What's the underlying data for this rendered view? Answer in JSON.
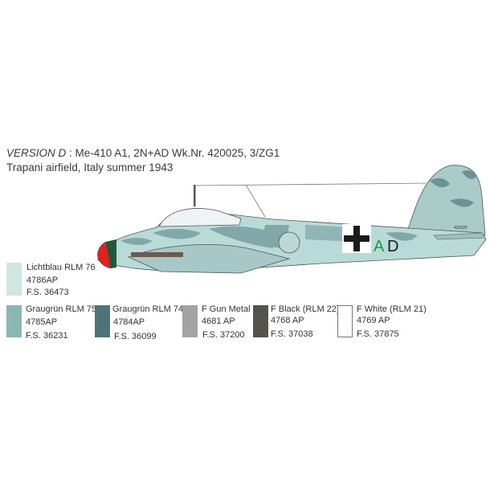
{
  "header": {
    "version_label": "VERSION D",
    "aircraft": " : Me-410 A1, 2N+AD Wk.Nr. 420025, 3/ZG1",
    "location": "Trapani airfield, Italy summer 1943"
  },
  "aircraft_markings": {
    "code": "AD",
    "serial": "420025"
  },
  "colors": [
    {
      "name": "Lichtblau RLM 76",
      "code": "4786AP",
      "fs": "F.S. 36473",
      "hex": "#cfe6e3"
    },
    {
      "name": "Graugrün RLM 75",
      "code": "4785AP",
      "fs": "F.S. 36231",
      "hex": "#8cb6b2"
    },
    {
      "name": "Graugrün RLM 74",
      "code": "4784AP",
      "fs": "F.S. 36099",
      "hex": "#4e7478"
    },
    {
      "name": "F Gun Metal",
      "code": "4681 AP",
      "fs": "F.S. 37200",
      "hex": "#a3a3a3"
    },
    {
      "name": "F Black (RLM 22)",
      "code": "4768 AP",
      "fs": "F.S. 37038",
      "hex": "#56524d"
    },
    {
      "name": "F White (RLM 21)",
      "code": "4769 AP",
      "fs": "F.S. 37875",
      "hex": "#ffffff"
    }
  ]
}
